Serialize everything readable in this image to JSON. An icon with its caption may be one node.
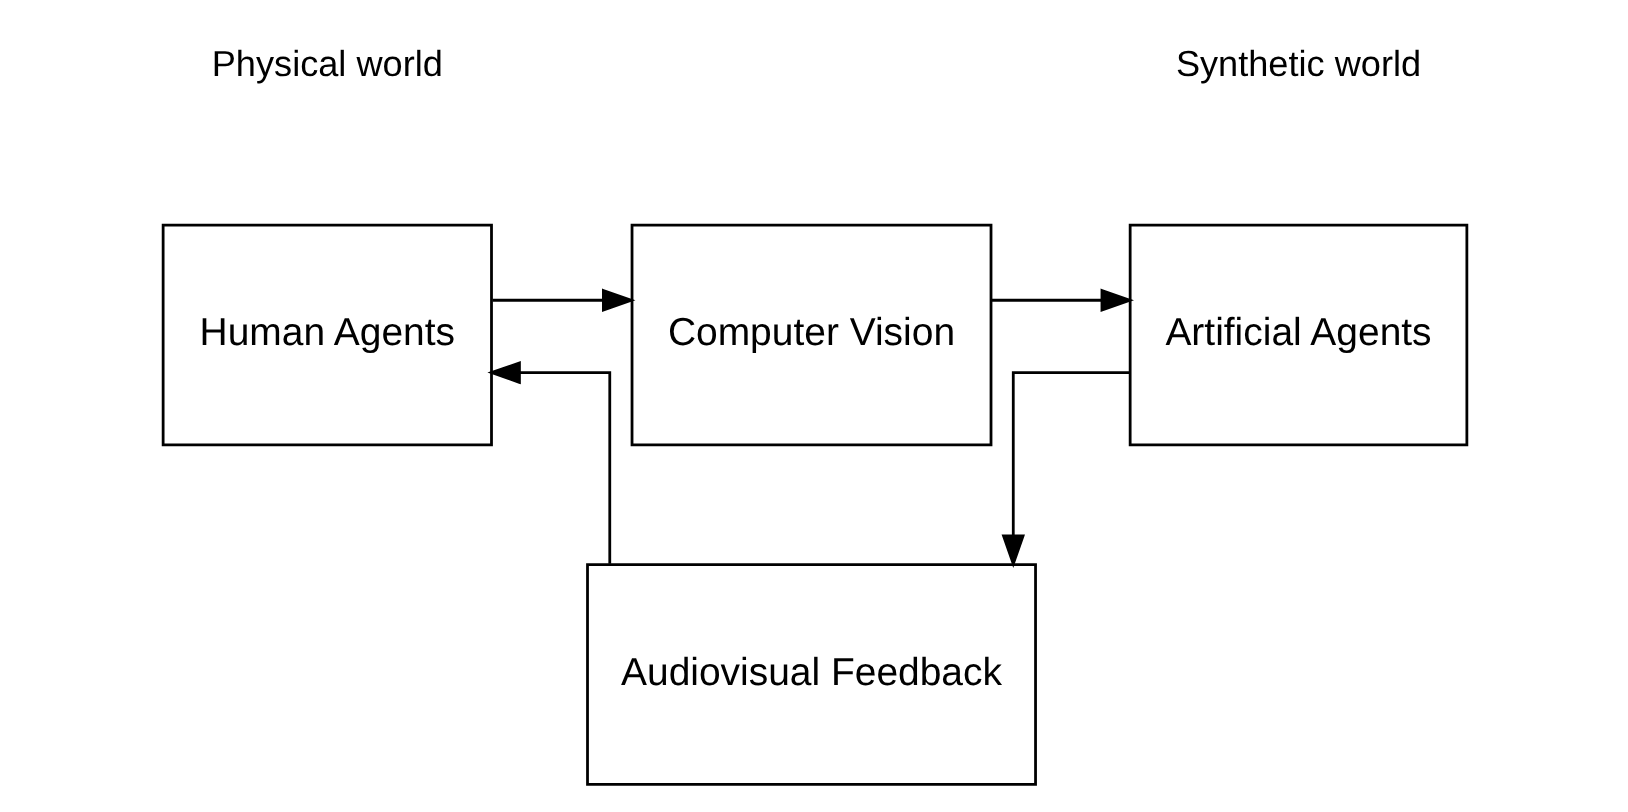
{
  "diagram": {
    "nodes": [
      {
        "text": [
          "Human Agents"
        ]
      },
      {
        "text": [
          "Computer Vision"
        ]
      },
      {
        "text": [
          "Artificial Agents"
        ]
      },
      {
        "text": [
          "Audiovisual Feedback"
        ]
      }
    ],
    "edges": [
      {
        "from": 0,
        "to": 1,
        "arrow": "to"
      },
      {
        "from": 1,
        "to": 2,
        "arrow": "to"
      },
      {
        "from": 2,
        "to": 3,
        "arrow": "to"
      },
      {
        "from": 3,
        "to": 0,
        "arrow": "to"
      }
    ],
    "labels": [
      "Physical world",
      "Synthetic world"
    ]
  }
}
